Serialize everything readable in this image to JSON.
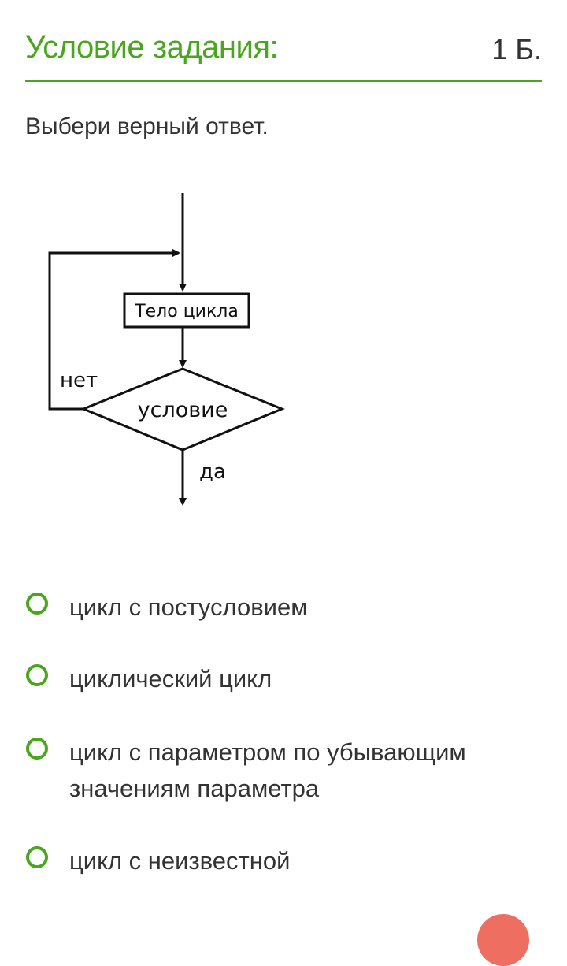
{
  "header": {
    "title": "Условие задания:",
    "points": "1 Б."
  },
  "question": {
    "instruction": "Выбери верный ответ."
  },
  "diagram": {
    "body_label": "Тело цикла",
    "condition_label": "условие",
    "no_label": "нет",
    "yes_label": "да"
  },
  "options": [
    {
      "label": "цикл с постусловием"
    },
    {
      "label": "циклический цикл"
    },
    {
      "label": "цикл с параметром по убывающим значениям параметра"
    },
    {
      "label": "цикл с неизвестной"
    }
  ],
  "colors": {
    "accent": "#4aa51f",
    "text": "#333333",
    "badge": "#ef6e62"
  }
}
